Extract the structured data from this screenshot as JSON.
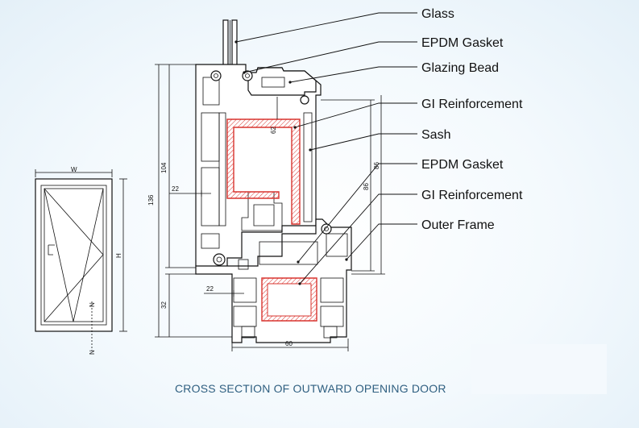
{
  "callouts": {
    "glass": "Glass",
    "epdm_gasket_top": "EPDM Gasket",
    "glazing_bead": "Glazing Bead",
    "gi_reinforcement_top": "GI Reinforcement",
    "sash": "Sash",
    "epdm_gasket_mid": "EPDM Gasket",
    "gi_reinforcement_bottom": "GI Reinforcement",
    "outer_frame": "Outer Frame"
  },
  "dimensions": {
    "width_label": "W",
    "height_label": "H",
    "overall_height": "136",
    "sash_height": "104",
    "frame_height": "32",
    "reinforcement_height": "62",
    "sash_wall": "22",
    "frame_wall": "22",
    "right_dim_outer": "86",
    "right_dim_inner": "86",
    "frame_width": "60",
    "mark_a": "N",
    "mark_b": "N"
  },
  "caption": "CROSS SECTION OF OUTWARD OPENING DOOR",
  "colors": {
    "reinforcement": "#d8332e",
    "caption": "#2f5f80",
    "background": "#eaf4fb"
  }
}
